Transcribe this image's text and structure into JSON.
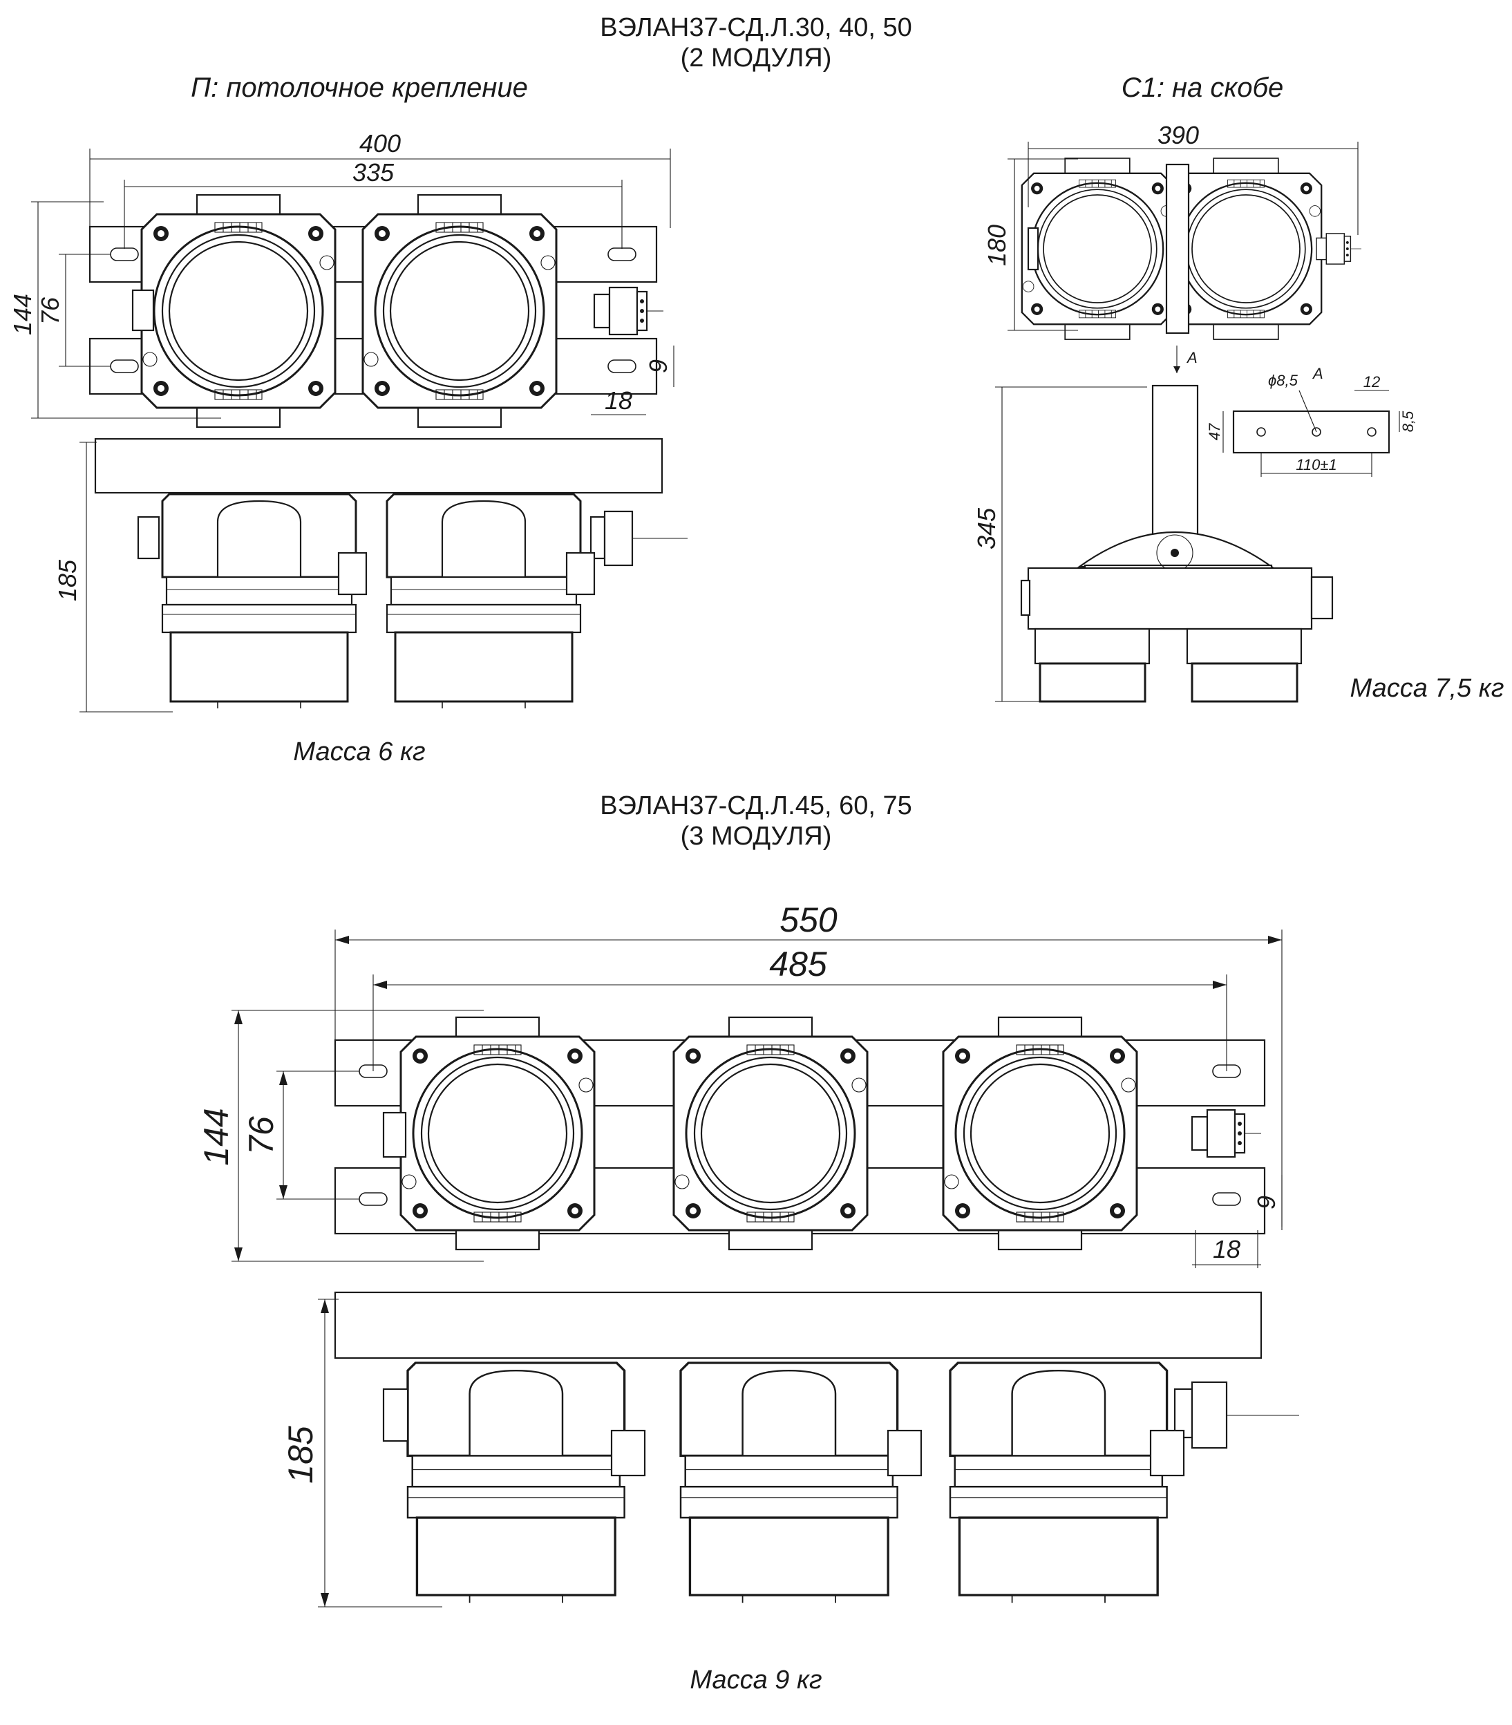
{
  "sections": {
    "top": {
      "title_line1": "ВЭЛАН37-СД.Л.30, 40, 50",
      "title_line2": "(2 МОДУЛЯ)",
      "view_ceiling": "П: потолочное крепление",
      "view_bracket": "С1: на скобе",
      "mass_ceiling": "Масса 6 кг",
      "mass_bracket": "Масса 7,5 кг",
      "dims_ceiling": {
        "overall_width": "400",
        "hole_spacing": "335",
        "height": "144",
        "hole_height": "76",
        "slot_offset": "9",
        "edge_offset": "18",
        "depth": "185"
      },
      "dims_bracket": {
        "overall_width": "390",
        "height": "180",
        "bracket_height": "345",
        "view_label": "А",
        "hole_dia": "ϕ8,5",
        "edge": "12",
        "strip_height": "47",
        "hole_offset": "8,5",
        "hole_spacing": "110±1"
      }
    },
    "bottom": {
      "title_line1": "ВЭЛАН37-СД.Л.45, 60, 75",
      "title_line2": "(3 МОДУЛЯ)",
      "mass": "Масса 9 кг",
      "dims": {
        "overall_width": "550",
        "hole_spacing": "485",
        "height": "144",
        "hole_height": "76",
        "slot_offset": "9",
        "edge_offset": "18",
        "depth": "185"
      }
    }
  }
}
